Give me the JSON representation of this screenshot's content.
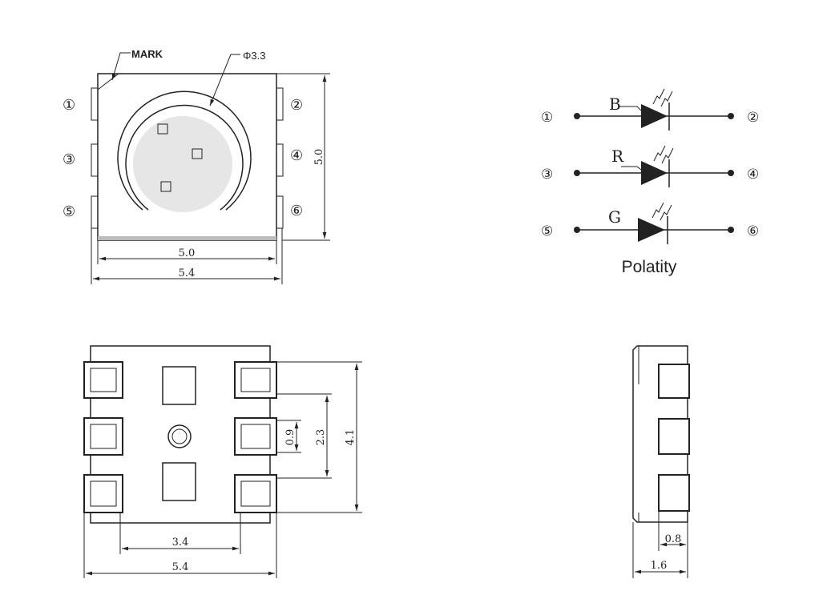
{
  "top_view": {
    "mark_label": "MARK",
    "lens_label": "Φ3.3",
    "height_dim": "5.0",
    "body_width_dim": "5.0",
    "total_width_dim": "5.4",
    "pins": [
      "①",
      "②",
      "③",
      "④",
      "⑤",
      "⑥"
    ]
  },
  "schematic": {
    "title": "Polatity",
    "rows": [
      {
        "color": "B",
        "left_pin": "①",
        "right_pin": "②"
      },
      {
        "color": "R",
        "left_pin": "③",
        "right_pin": "④"
      },
      {
        "color": "G",
        "left_pin": "⑤",
        "right_pin": "⑥"
      }
    ]
  },
  "bottom_view": {
    "height_dim": "4.1",
    "pitch_dim": "2.3",
    "pad_dim": "0.9",
    "inner_width_dim": "3.4",
    "total_width_dim": "5.4"
  },
  "side_view": {
    "pad_depth_dim": "0.8",
    "thickness_dim": "1.6"
  }
}
